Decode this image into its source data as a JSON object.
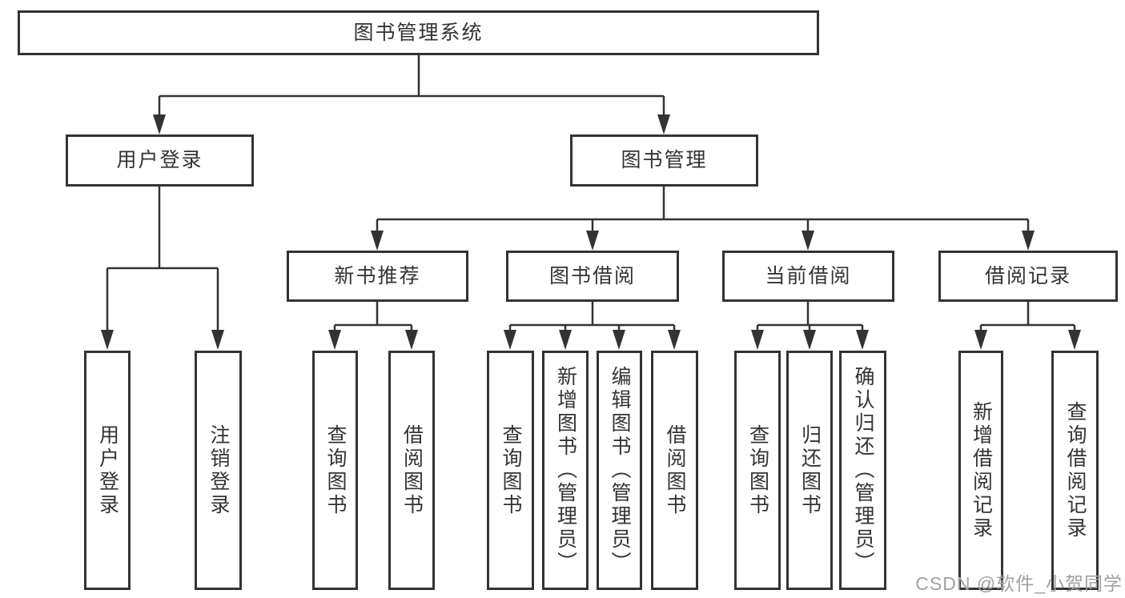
{
  "nodes": {
    "root": "图书管理系统",
    "user_login": "用户登录",
    "book_management": "图书管理",
    "new_book_recommend": "新书推荐",
    "book_borrow": "图书借阅",
    "current_borrow": "当前借阅",
    "borrow_records": "借阅记录",
    "leaf_user_login": "用户登录",
    "leaf_logout_login": "注销登录",
    "leaf_rec_query_books": "查询图书",
    "leaf_rec_borrow_books": "借阅图书",
    "leaf_bb_query_books": "查询图书",
    "leaf_bb_add_books_admin": "新增图书（管理员）",
    "leaf_bb_edit_books_admin": "编辑图书（管理员）",
    "leaf_bb_borrow_books": "借阅图书",
    "leaf_cb_query_books": "查询图书",
    "leaf_cb_return_books": "归还图书",
    "leaf_cb_confirm_return_admin": "确认归还（管理员）",
    "leaf_br_add_record": "新增借阅记录",
    "leaf_br_query_record": "查询借阅记录"
  },
  "watermark": "CSDN @软件_小贺同学",
  "colors": {
    "line": "#333333",
    "text": "#333333",
    "background": "#ffffff",
    "box_background": "#ffffff",
    "watermark": "#a1a1a1"
  }
}
